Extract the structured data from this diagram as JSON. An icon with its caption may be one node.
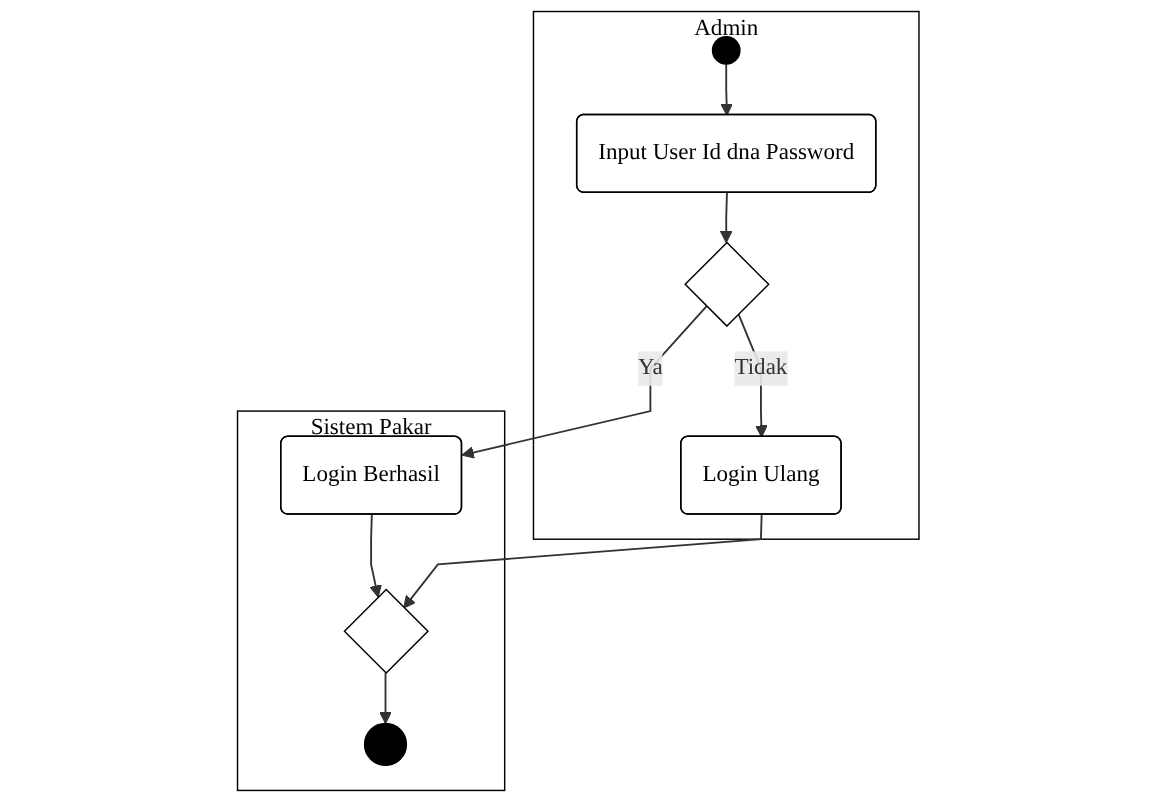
{
  "diagram": {
    "nodes": [
      {
        "text": [
          "Admin"
        ]
      },
      {
        "text": [],
        "shape": "circle",
        "in": 0
      },
      {
        "text": [
          "Input User Id dna Password"
        ],
        "in": 0
      },
      {
        "text": [],
        "shape": "diamond",
        "in": 0
      },
      {
        "text": [
          "Login Ulang"
        ],
        "in": 0
      },
      {
        "text": [
          "Sistem Pakar"
        ]
      },
      {
        "text": [
          "Login Berhasil"
        ],
        "in": 5
      },
      {
        "text": [],
        "shape": "diamond",
        "in": 5
      },
      {
        "text": [],
        "shape": "circle",
        "in": 5
      }
    ],
    "edges": [
      {
        "from": 1,
        "to": 2,
        "arrow": "to"
      },
      {
        "from": 2,
        "to": 3,
        "arrow": "to"
      },
      {
        "from": 3,
        "to": 6,
        "arrow": "to",
        "label": "Ya"
      },
      {
        "from": 3,
        "to": 4,
        "arrow": "to",
        "label": "Tidak"
      },
      {
        "from": 6,
        "to": 7,
        "arrow": "to"
      },
      {
        "from": 4,
        "to": 7,
        "arrow": "to"
      },
      {
        "from": 7,
        "to": 8,
        "arrow": "to"
      }
    ]
  }
}
